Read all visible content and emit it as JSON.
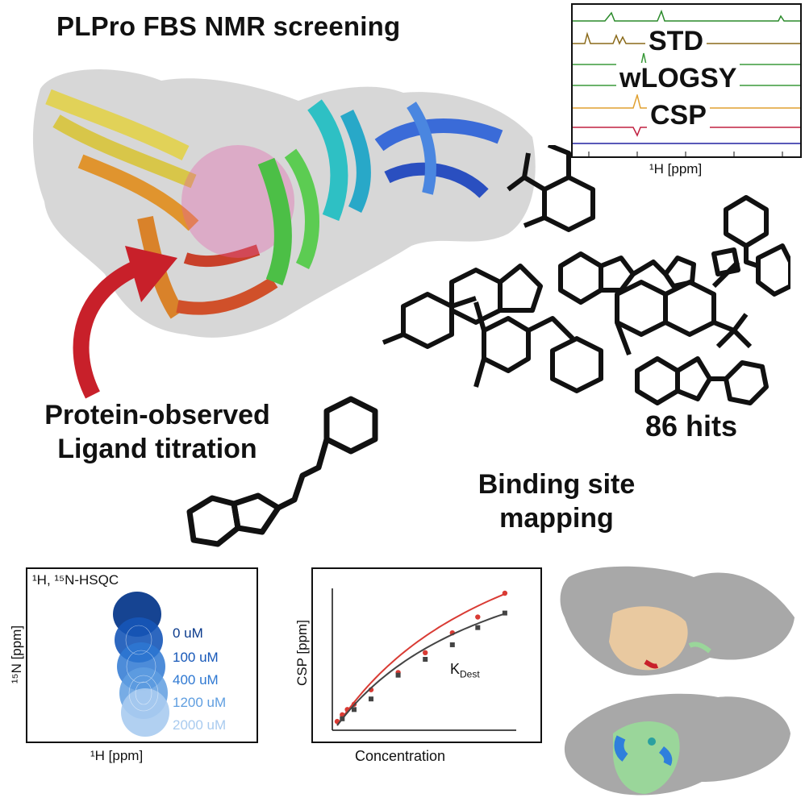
{
  "title": "PLPro FBS NMR screening",
  "nmr_panel": {
    "methods": [
      "STD",
      "wLOGSY",
      "CSP"
    ],
    "xlabel": "¹H [ppm]"
  },
  "hits_label": "86 hits",
  "titration_label": [
    "Protein-observed",
    "Ligand titration"
  ],
  "mapping_label": [
    "Binding site",
    "mapping"
  ],
  "hsqc_panel": {
    "title": "¹H, ¹⁵N-HSQC",
    "xlabel": "¹H [ppm]",
    "ylabel": "¹⁵N [ppm]",
    "concentrations": [
      "0 uM",
      "100 uM",
      "400 uM",
      "1200 uM",
      "2000 uM"
    ],
    "colors": [
      "#0a3a8c",
      "#1657b8",
      "#2e78d2",
      "#5f9ee0",
      "#a9cbef"
    ]
  },
  "chart_data": {
    "type": "scatter",
    "xlabel": "Concentration",
    "ylabel": "CSP [ppm]",
    "annotation": "K",
    "annotation_sub": "Dest",
    "series": [
      {
        "color": "#d93b34",
        "x": [
          0,
          0.03,
          0.06,
          0.1,
          0.2,
          0.36,
          0.52,
          0.68,
          0.83,
          0.99
        ],
        "y": [
          0.03,
          0.08,
          0.12,
          0.16,
          0.27,
          0.4,
          0.55,
          0.7,
          0.82,
          1.0
        ]
      },
      {
        "color": "#444444",
        "x": [
          0.03,
          0.1,
          0.2,
          0.36,
          0.52,
          0.68,
          0.83,
          0.99
        ],
        "y": [
          0.05,
          0.12,
          0.2,
          0.38,
          0.5,
          0.61,
          0.74,
          0.85
        ]
      }
    ]
  }
}
